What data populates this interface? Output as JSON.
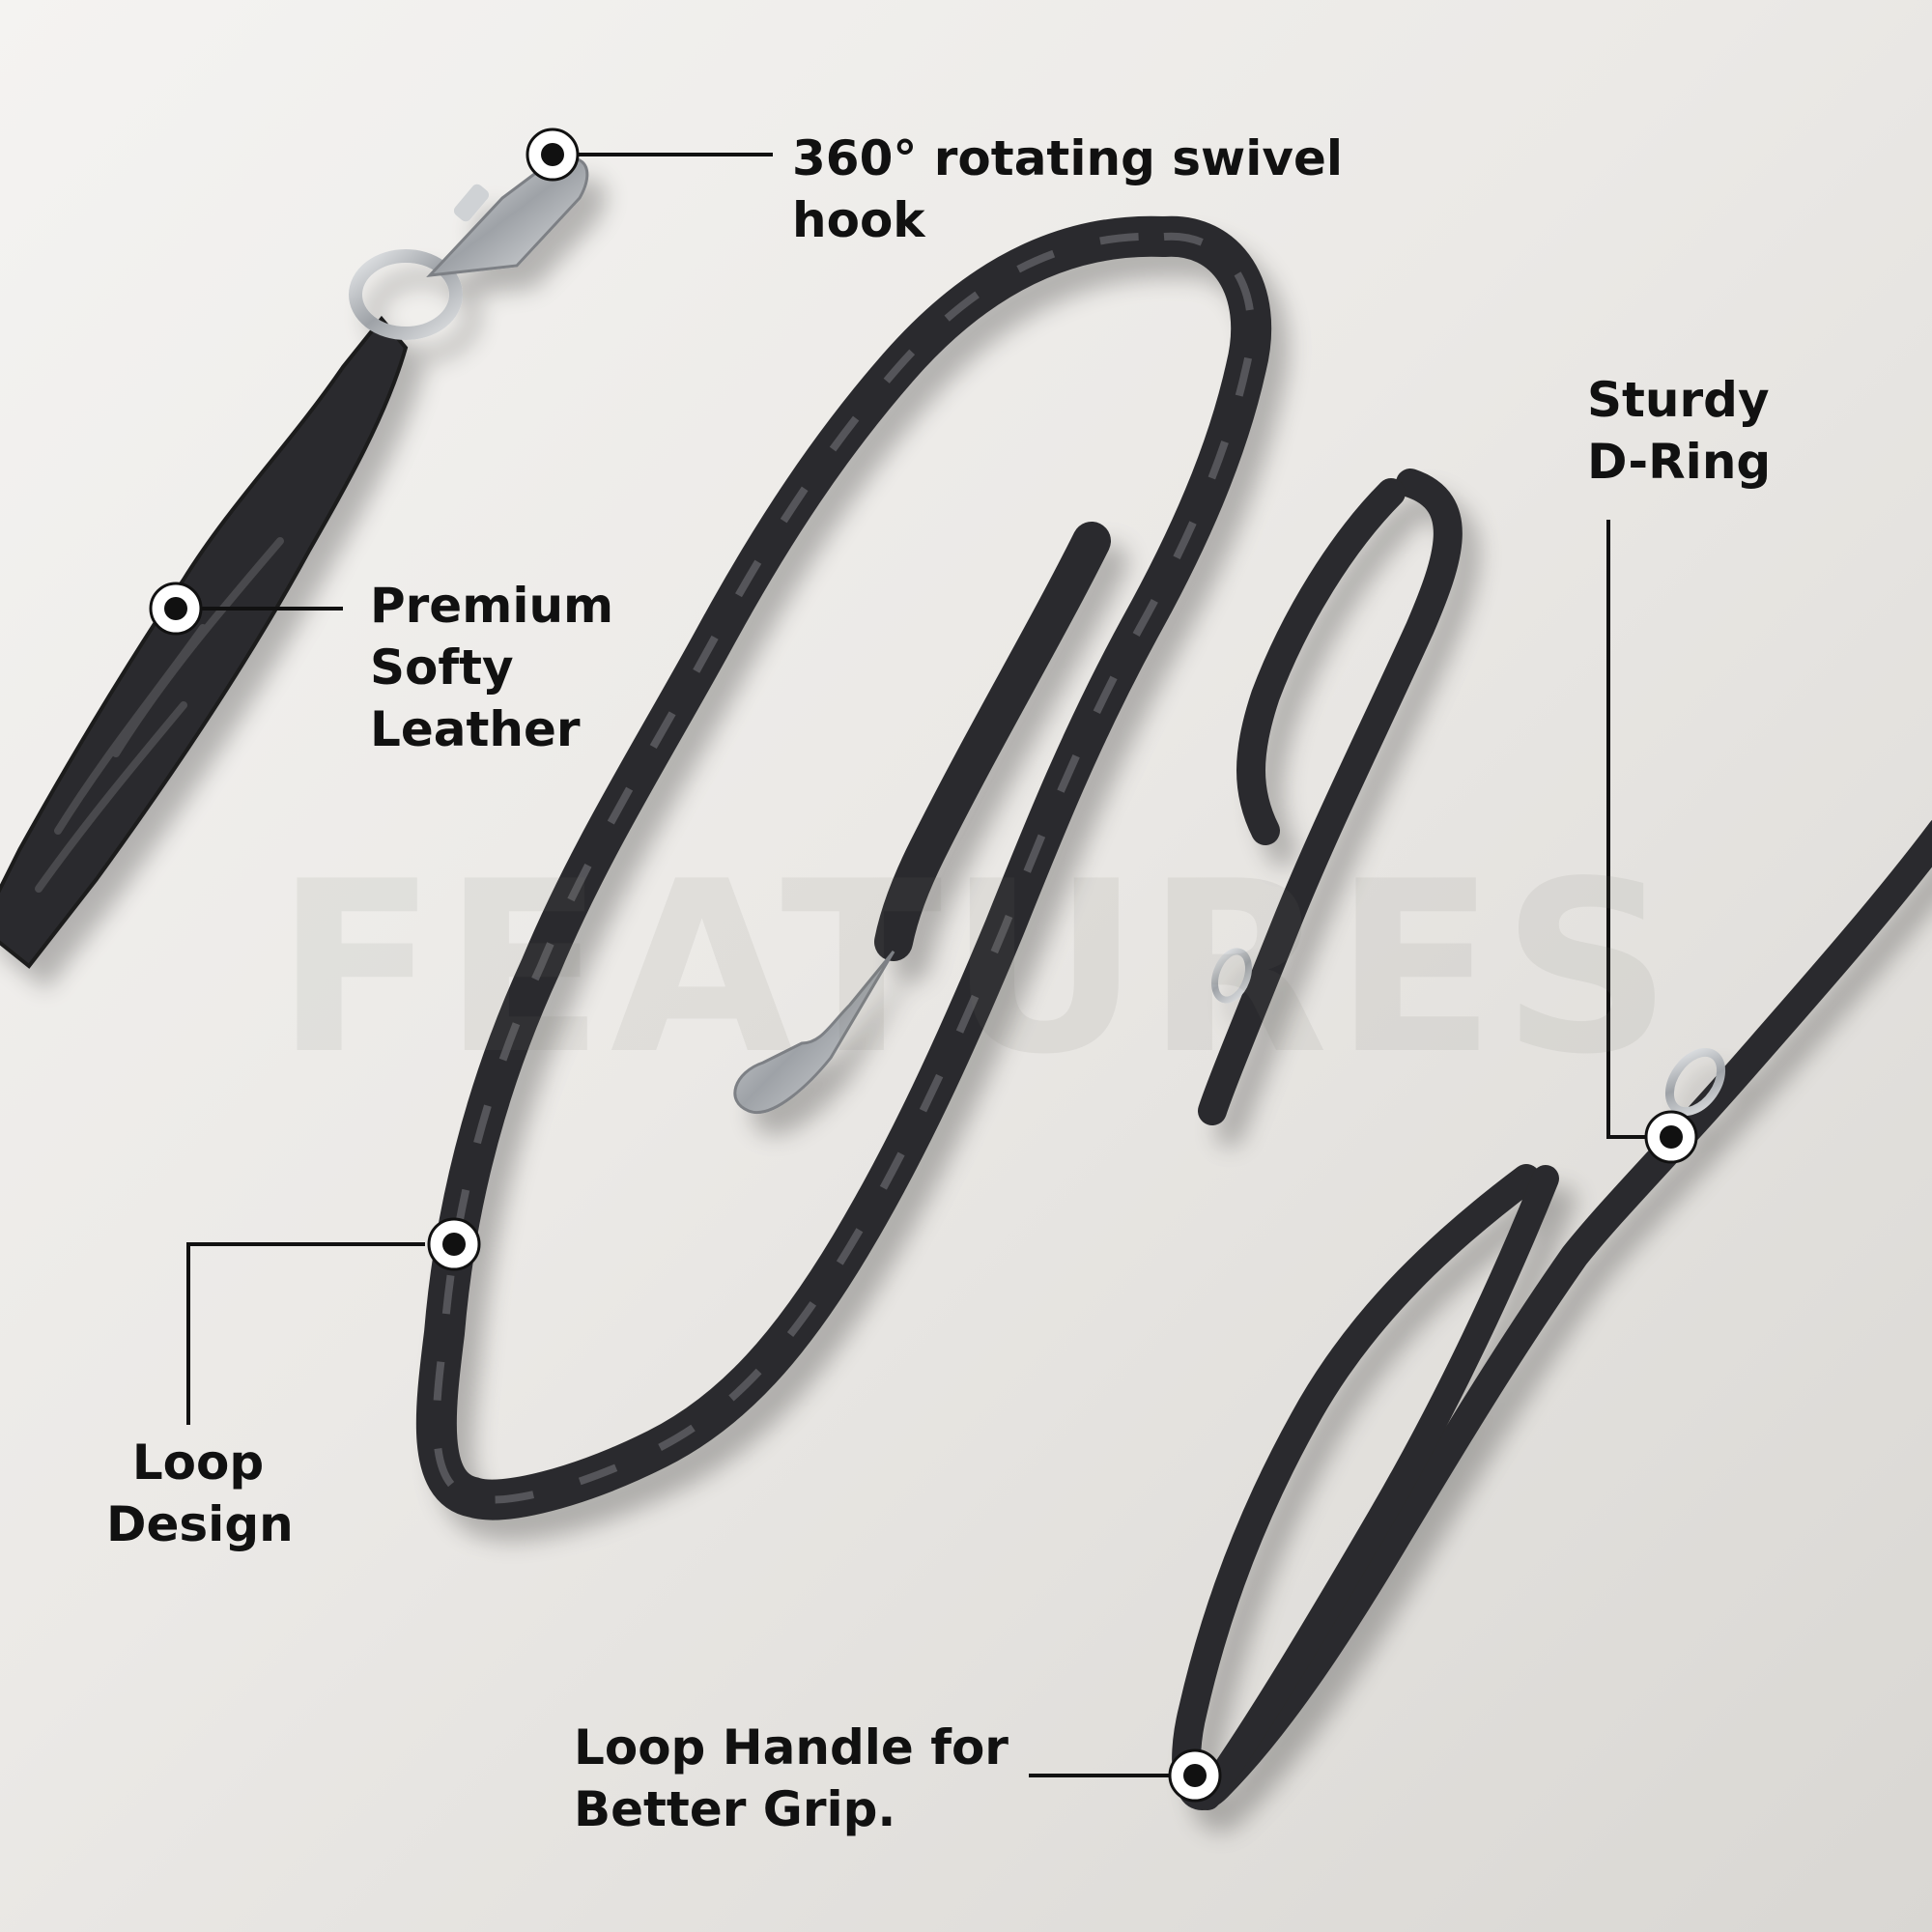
{
  "watermark": "FEATURES",
  "callouts": {
    "hook": [
      "360° rotating swivel",
      "hook"
    ],
    "leather": [
      "Premium",
      "Softy",
      "Leather"
    ],
    "dring": [
      "Sturdy",
      "D-Ring"
    ],
    "loop_design": [
      "Loop",
      "Design"
    ],
    "loop_handle": [
      "Loop Handle for",
      "Better Grip."
    ]
  },
  "colors": {
    "leather": "#2b2b2d",
    "metal": "#b9bcc0",
    "callout": "#111111"
  }
}
